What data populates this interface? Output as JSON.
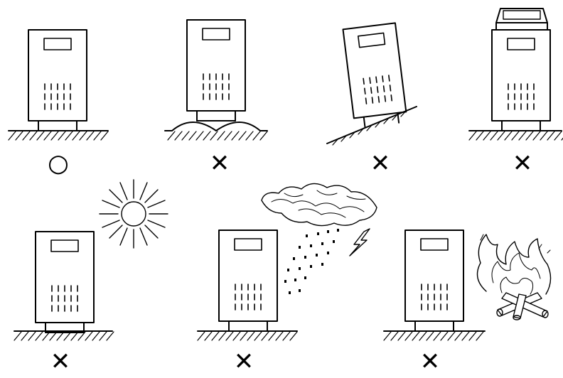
{
  "panels": [
    {
      "id": "flat-ground",
      "verdict": "O",
      "scene": "level-ground"
    },
    {
      "id": "uneven-ground",
      "verdict": "X",
      "scene": "uneven-ground"
    },
    {
      "id": "tilted",
      "verdict": "X",
      "scene": "sloped-ground"
    },
    {
      "id": "covered-top",
      "verdict": "X",
      "scene": "object-on-top"
    },
    {
      "id": "direct-sun",
      "verdict": "X",
      "scene": "sunlight"
    },
    {
      "id": "rain-lightning",
      "verdict": "X",
      "scene": "rain-and-lightning"
    },
    {
      "id": "near-fire",
      "verdict": "X",
      "scene": "open-fire"
    }
  ],
  "colors": {
    "line": "#000000",
    "background": "#ffffff"
  }
}
